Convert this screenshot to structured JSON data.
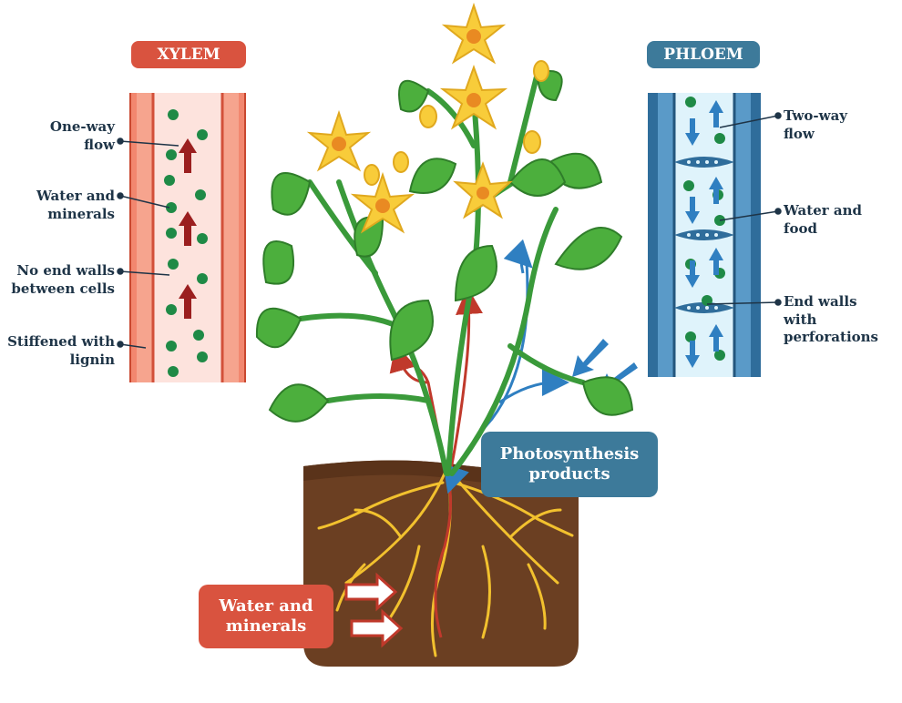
{
  "xylem": {
    "title": "XYLEM",
    "labels": {
      "one_way_flow": "One-way\nflow",
      "water_minerals": "Water and\nminerals",
      "no_end_walls": "No end walls\nbetween cells",
      "stiffened": "Stiffened with\nlignin"
    }
  },
  "phloem": {
    "title": "PHLOEM",
    "labels": {
      "two_way_flow": "Two-way\nflow",
      "water_food": "Water and\nfood",
      "end_walls": "End walls\nwith\nperforations"
    }
  },
  "callouts": {
    "photosynthesis": "Photosynthesis\nproducts",
    "water_minerals": "Water and\nminerals"
  },
  "colors": {
    "xylem_accent": "#d9533f",
    "phloem_accent": "#3d7a9a",
    "label_text": "#1e3447",
    "particle": "#1f8a46",
    "soil": "#6b3f22",
    "root": "#f2c12e",
    "leaf": "#4caf3d",
    "petal": "#f8cc3a"
  }
}
